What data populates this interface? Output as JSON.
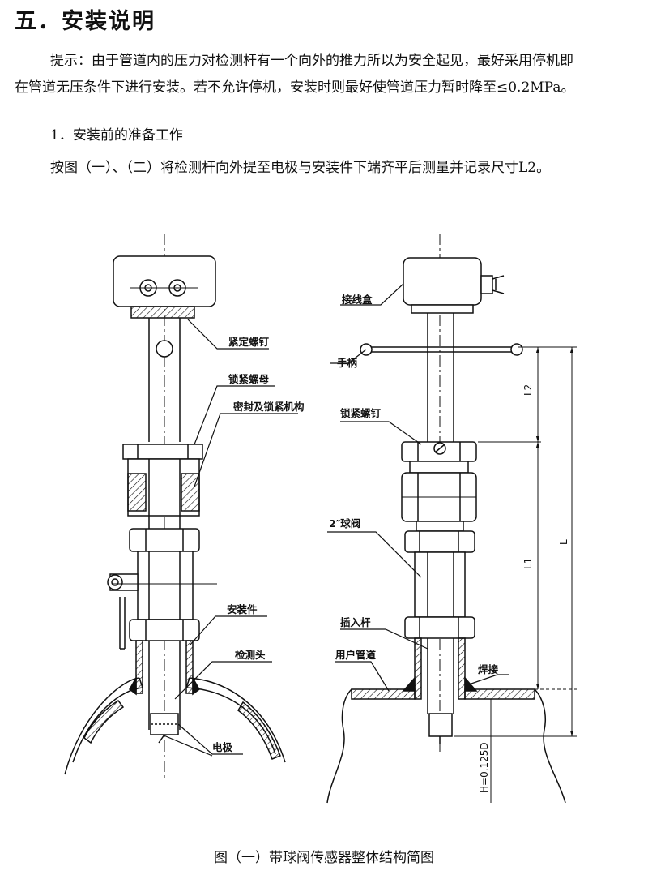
{
  "heading": "五．安装说明",
  "tip_line1": "提示：由于管道内的压力对检测杆有一个向外的推力所以为安全起见，最好采用停机即",
  "tip_line2": "在管道无压条件下进行安装。若不允许停机，安装时则最好使管道压力暂时降至≤0.2MPa。",
  "section_1_title": "1．安装前的准备工作",
  "section_1_text": "按图（一）、（二）将检测杆向外提至电极与安装件下端齐平后测量并记录尺寸L2。",
  "figure": {
    "left_labels": {
      "set_screw": "紧定螺钉",
      "lock_nut": "锁紧螺母",
      "seal_lock": "密封及锁紧机构",
      "mount_part": "安装件",
      "sensing_head": "检测头",
      "electrode": "电极"
    },
    "right_labels": {
      "junction_box": "接线盒",
      "handle": "手柄",
      "lock_screw": "锁紧螺钉",
      "ball_valve": "2″球阀",
      "insert_rod": "插入杆",
      "user_pipe": "用户管道",
      "weld": "焊接"
    },
    "dimensions": {
      "l2": "L2",
      "l1": "L1",
      "l": "L",
      "h": "H=0.125D"
    }
  },
  "caption": "图（一）带球阀传感器整体结构简图"
}
